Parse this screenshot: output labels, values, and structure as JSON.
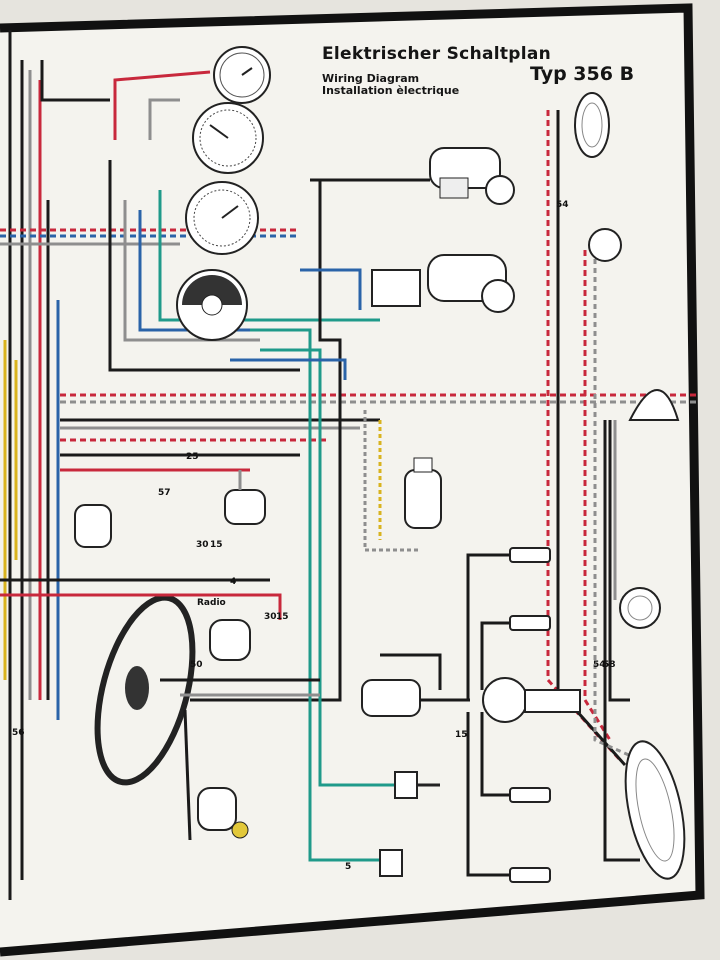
{
  "title": {
    "main": "Elektrischer Schaltplan",
    "english": "Wiring Diagram",
    "french": "Installation èlectrique",
    "type": "Typ 356 B"
  },
  "labels": {
    "radio": "Radio",
    "n30a": "30",
    "n15a": "15",
    "n30b": "30",
    "n15b": "15",
    "n54": "54",
    "n58": "58",
    "n4": "4",
    "n25": "25",
    "n57": "57",
    "n50": "50",
    "n15c": "15",
    "n5": "5",
    "n54b": "54",
    "n56": "56"
  },
  "colors": {
    "panel": "#f4f3ee",
    "frame": "#111111",
    "wire_black": "#1a1a1a",
    "wire_red": "#c8283c",
    "wire_blue": "#2a63a8",
    "wire_teal": "#1f9a8a",
    "wire_gray": "#8e8e8e",
    "wire_yellow": "#d9b31e"
  }
}
